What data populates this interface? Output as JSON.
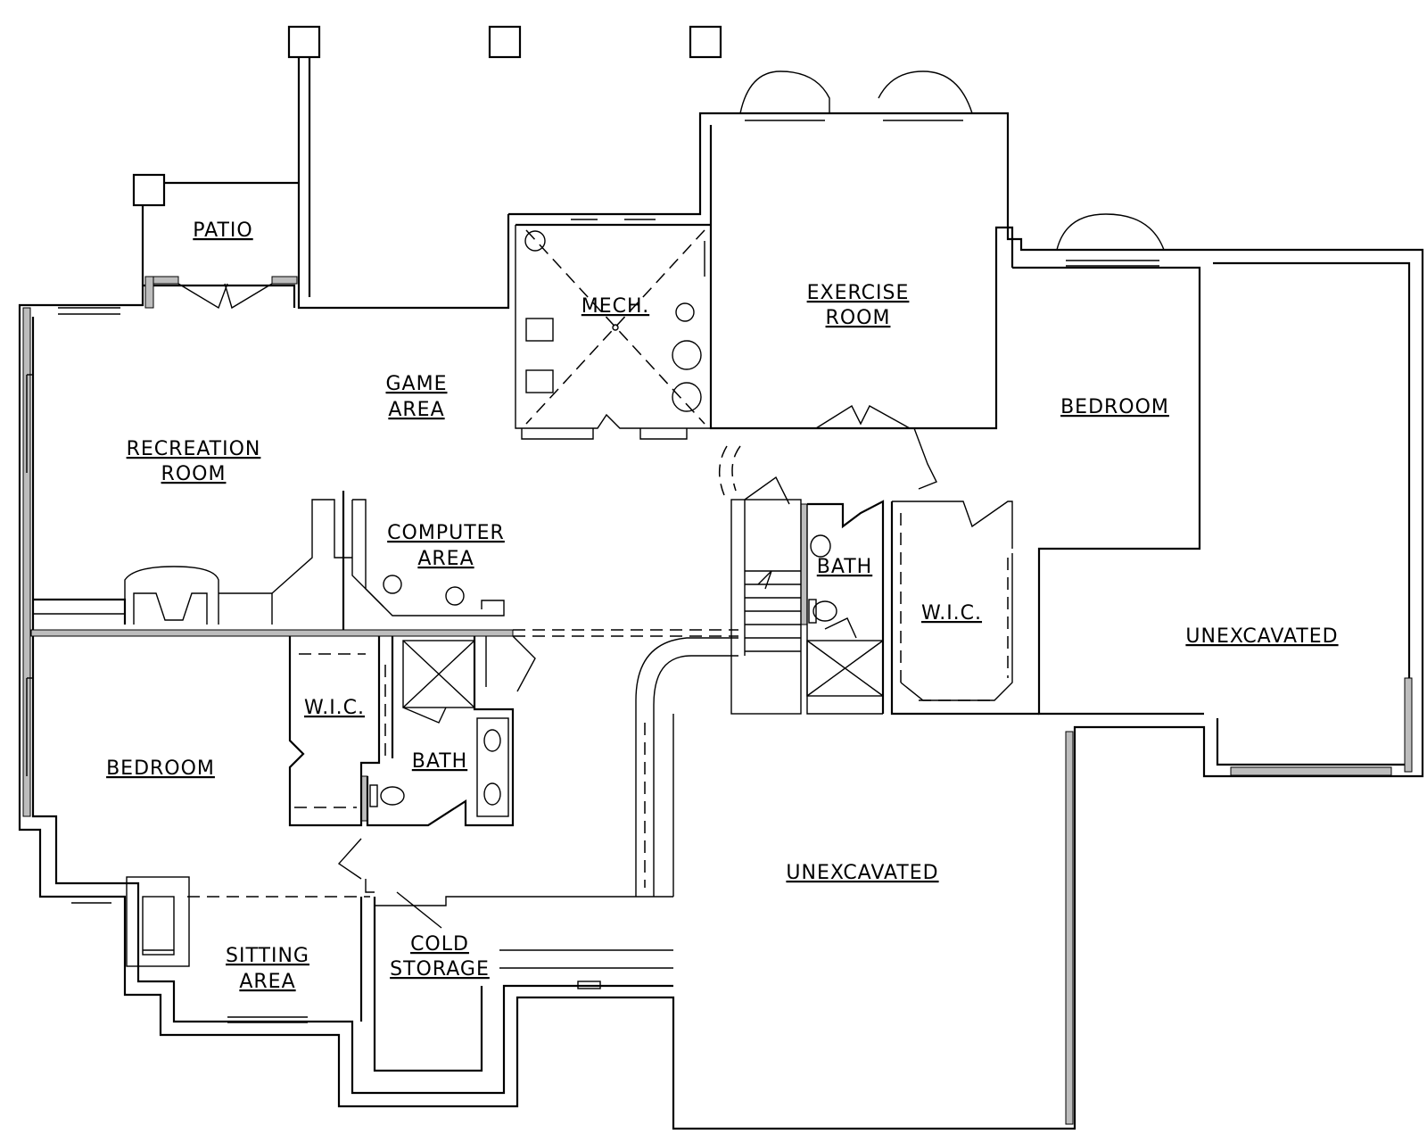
{
  "plan": {
    "rooms": {
      "patio": "PATIO",
      "mech": "MECH.",
      "exercise_1": "EXERCISE",
      "exercise_2": "ROOM",
      "game_1": "GAME",
      "game_2": "AREA",
      "recreation_1": "RECREATION",
      "recreation_2": "ROOM",
      "bedroom_right": "BEDROOM",
      "computer_1": "COMPUTER",
      "computer_2": "AREA",
      "bath_right": "BATH",
      "wic_right": "W.I.C.",
      "unexcavated_right": "UNEXCAVATED",
      "wic_left": "W.I.C.",
      "bedroom_left": "BEDROOM",
      "bath_left": "BATH",
      "unexcavated_center": "UNEXCAVATED",
      "cold_1": "COLD",
      "cold_2": "STORAGE",
      "sitting_1": "SITTING",
      "sitting_2": "AREA"
    }
  }
}
